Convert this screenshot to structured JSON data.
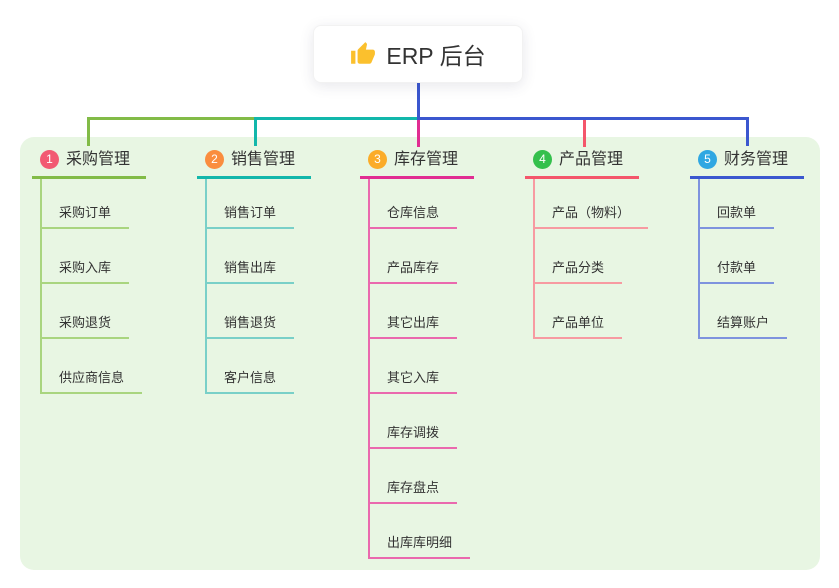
{
  "root": {
    "label": "ERP 后台",
    "icon": "thumbs-up-icon"
  },
  "colors": {
    "root_line": "#3b57cf",
    "panel_bg": "#e8f6e3",
    "text": "#333333",
    "thumb": "#fbc02d"
  },
  "branches": [
    {
      "index": "1",
      "label": "采购管理",
      "accent": "#82bb47",
      "child_line": "#a9d57f",
      "badge_color": "#f25a72",
      "children": [
        "采购订单",
        "采购入库",
        "采购退货",
        "供应商信息"
      ]
    },
    {
      "index": "2",
      "label": "销售管理",
      "accent": "#12b7ab",
      "child_line": "#79d0c8",
      "badge_color": "#fa8d3e",
      "children": [
        "销售订单",
        "销售出库",
        "销售退货",
        "客户信息"
      ]
    },
    {
      "index": "3",
      "label": "库存管理",
      "accent": "#e12d92",
      "child_line": "#ea69ae",
      "badge_color": "#fbac28",
      "children": [
        "仓库信息",
        "产品库存",
        "其它出库",
        "其它入库",
        "库存调拨",
        "库存盘点",
        "出库库明细"
      ]
    },
    {
      "index": "4",
      "label": "产品管理",
      "accent": "#f4566b",
      "child_line": "#f79aa1",
      "badge_color": "#34c04c",
      "children": [
        "产品（物料）",
        "产品分类",
        "产品单位"
      ]
    },
    {
      "index": "5",
      "label": "财务管理",
      "accent": "#3b57cf",
      "child_line": "#7e93de",
      "badge_color": "#2fa7e2",
      "children": [
        "回款单",
        "付款单",
        "结算账户"
      ]
    }
  ]
}
